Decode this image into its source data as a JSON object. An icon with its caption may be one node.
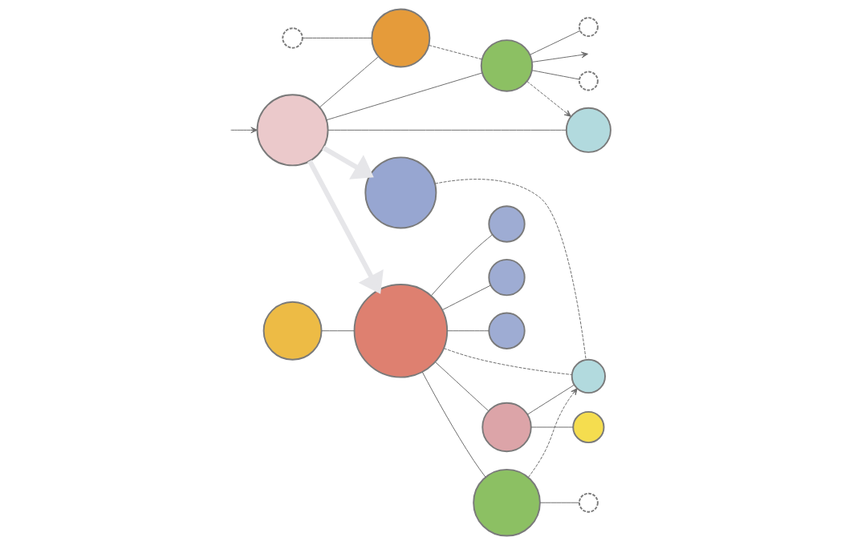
{
  "diagram": {
    "nodes": [
      {
        "text": [],
        "shape": "circle"
      },
      {
        "text": [],
        "shape": "circle"
      },
      {
        "text": [],
        "shape": "circle"
      },
      {
        "text": [],
        "shape": "circle"
      },
      {
        "text": [],
        "shape": "circle"
      },
      {
        "text": [],
        "shape": "circle"
      },
      {
        "text": [],
        "shape": "circle"
      },
      {
        "text": [],
        "shape": "circle"
      },
      {
        "text": [],
        "shape": "circle"
      },
      {
        "text": [],
        "shape": "circle"
      },
      {
        "text": [],
        "shape": "circle"
      },
      {
        "text": [],
        "shape": "circle"
      },
      {
        "text": [],
        "shape": "circle"
      },
      {
        "text": [],
        "shape": "circle"
      },
      {
        "text": [],
        "shape": "circle"
      },
      {
        "text": [],
        "shape": "circle"
      },
      {
        "text": [],
        "shape": "circle"
      },
      {
        "text": [],
        "shape": "circle"
      }
    ],
    "edges": [
      {
        "from": null,
        "to": 1,
        "arrow": "to"
      },
      {
        "from": 0,
        "to": 3,
        "arrow": "none"
      },
      {
        "from": 1,
        "to": 3,
        "arrow": "none"
      },
      {
        "from": 1,
        "to": 2,
        "arrow": "none"
      },
      {
        "from": 1,
        "to": 4,
        "arrow": "none"
      },
      {
        "from": 3,
        "to": 4,
        "arrow": "none",
        "style": "dashed"
      },
      {
        "from": 4,
        "to": 5,
        "arrow": "none"
      },
      {
        "from": 4,
        "to": 6,
        "arrow": "none"
      },
      {
        "from": 4,
        "to": 2,
        "arrow": "to",
        "style": "dashed"
      },
      {
        "from": 4,
        "to": null,
        "arrow": "to"
      },
      {
        "from": 1,
        "to": 8,
        "arrow": "to",
        "style": "thick",
        "color": "#e6e6e9"
      },
      {
        "from": 1,
        "to": 9,
        "arrow": "to",
        "style": "thick",
        "color": "#e6e6e9"
      },
      {
        "from": 7,
        "to": 9,
        "arrow": "none"
      },
      {
        "from": 9,
        "to": 10,
        "arrow": "none"
      },
      {
        "from": 9,
        "to": 11,
        "arrow": "none"
      },
      {
        "from": 9,
        "to": 12,
        "arrow": "none"
      },
      {
        "from": 9,
        "to": 13,
        "arrow": "none"
      },
      {
        "from": 9,
        "to": 16,
        "arrow": "none"
      },
      {
        "from": 13,
        "to": 14,
        "arrow": "none"
      },
      {
        "from": 13,
        "to": 15,
        "arrow": "none"
      },
      {
        "from": 8,
        "to": 15,
        "arrow": "none",
        "style": "dashed"
      },
      {
        "from": 9,
        "to": 15,
        "arrow": "none",
        "style": "dashed"
      },
      {
        "from": 16,
        "to": 15,
        "arrow": "to",
        "style": "dashed"
      },
      {
        "from": 16,
        "to": 17,
        "arrow": "none"
      }
    ]
  }
}
